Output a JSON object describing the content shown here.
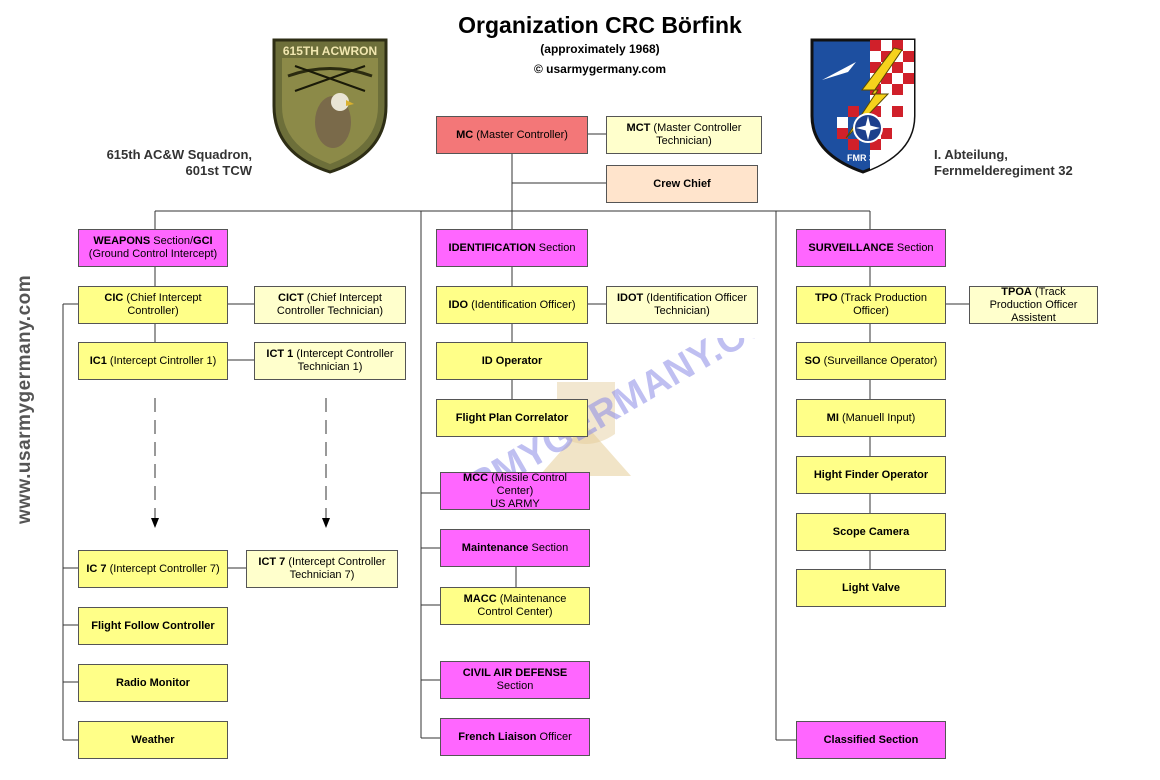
{
  "header": {
    "title": "Organization CRC Börfink",
    "subtitle": "(approximately 1968)",
    "copyright": "© usarmygermany.com"
  },
  "left_unit": {
    "line1": "615th AC&W Squadron,",
    "line2": "601st TCW",
    "patch_text": "615TH ACWRON"
  },
  "right_unit": {
    "line1": "I. Abteilung,",
    "line2": "Fernmelderegiment 32",
    "patch_text": "FMR 32"
  },
  "side_text": "www.usarmygermany.com",
  "watermark": "USARMYGERMANY.COM",
  "colors": {
    "master": "#f37778",
    "section": "#ff66ff",
    "position": "#ffff88",
    "technician": "#ffffcc",
    "crew_chief": "#ffe4cc"
  },
  "top": {
    "mc": {
      "abbr": "MC",
      "name": "(Master Controller)"
    },
    "mct": {
      "abbr": "MCT",
      "name": "(Master Controller Technician)"
    },
    "crew_chief": {
      "name": "Crew Chief"
    }
  },
  "weapons": {
    "section": {
      "abbr": "WEAPONS",
      "rest": "Section/",
      "abbr2": "GCI",
      "name": "(Ground Control Intercept)"
    },
    "cic": {
      "abbr": "CIC",
      "name": "(Chief Intercept Controller)"
    },
    "cict": {
      "abbr": "CICT",
      "name": "(Chief Intercept Controller Technician)"
    },
    "ic1": {
      "abbr": "IC1",
      "name": "(Intercept Cintroller 1)"
    },
    "ict1": {
      "abbr": "ICT 1",
      "name": "(Intercept Controller Technician 1)"
    },
    "ic7": {
      "abbr": "IC 7",
      "name": "(Intercept Controller 7)"
    },
    "ict7": {
      "abbr": "ICT 7",
      "name": "(Intercept Controller Technician 7)"
    },
    "flight_follow": "Flight Follow Controller",
    "radio_monitor": "Radio Monitor",
    "weather": "Weather"
  },
  "identification": {
    "section": {
      "abbr": "IDENTIFICATION",
      "rest": "Section"
    },
    "ido": {
      "abbr": "IDO",
      "name": "(Identification Officer)"
    },
    "idot": {
      "abbr": "IDOT",
      "name": "(Identification Officer Technician)"
    },
    "id_operator": "ID Operator",
    "flight_plan": "Flight Plan Correlator",
    "mcc": {
      "abbr": "MCC",
      "name": "(Missile Control Center)",
      "line2": "US ARMY"
    },
    "maintenance": {
      "abbr": "Maintenance",
      "rest": "Section"
    },
    "macc": {
      "abbr": "MACC",
      "name": "(Maintenance Control Center)"
    },
    "civil": {
      "abbr": "CIVIL AIR DEFENSE",
      "rest": "Section"
    },
    "french": {
      "abbr": "French Liaison",
      "rest": "Officer"
    }
  },
  "surveillance": {
    "section": {
      "abbr": "SURVEILLANCE",
      "rest": "Section"
    },
    "tpo": {
      "abbr": "TPO",
      "name": "(Track Production Officer)"
    },
    "tpoa": {
      "abbr": "TPOA",
      "name": "(Track Production Officer Assistent"
    },
    "so": {
      "abbr": "SO",
      "name": "(Surveillance Operator)"
    },
    "mi": {
      "abbr": "MI",
      "name": "(Manuell Input)"
    },
    "hight_finder": "Hight Finder Operator",
    "scope_camera": "Scope Camera",
    "light_valve": "Light Valve",
    "classified": "Classified Section"
  }
}
